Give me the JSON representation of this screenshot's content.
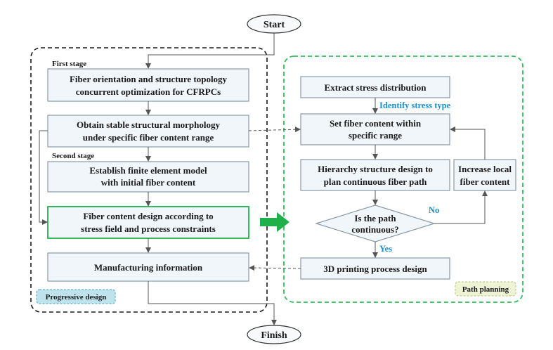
{
  "terminals": {
    "start": "Start",
    "finish": "Finish"
  },
  "left": {
    "first_stage": "First stage",
    "second_stage": "Second stage",
    "box1": [
      "Fiber orientation and structure topology",
      "concurrent optimization for CFRPCs"
    ],
    "box2": [
      "Obtain stable structural morphology",
      "under specific fiber content range"
    ],
    "box3": [
      "Establish finite element model",
      "with initial fiber content"
    ],
    "box4": [
      "Fiber content design according to",
      "stress field and process constraints"
    ],
    "box5": "Manufacturing information",
    "tag": "Progressive design"
  },
  "right": {
    "box1": "Extract stress distribution",
    "identify": "Identify stress type",
    "box2": [
      "Set fiber content within",
      "specific range"
    ],
    "box3": [
      "Hierarchy structure design to",
      "plan continuous fiber path"
    ],
    "decision": [
      "Is the path",
      "continuous?"
    ],
    "no": "No",
    "yes": "Yes",
    "increase": [
      "Increase local",
      "fiber content"
    ],
    "box5": "3D printing process design",
    "tag": "Path planning"
  },
  "colors": {
    "box_fill": "#f1f6fa",
    "box_stroke": "#8a9aa6",
    "highlight_stroke": "#22b14c",
    "left_frame": "#1a1a1a",
    "right_frame": "#2fbf5a",
    "blue_label": "#1b8fd0",
    "left_tag_fill": "#bfe3ec",
    "right_tag_fill": "#eef3d6"
  }
}
